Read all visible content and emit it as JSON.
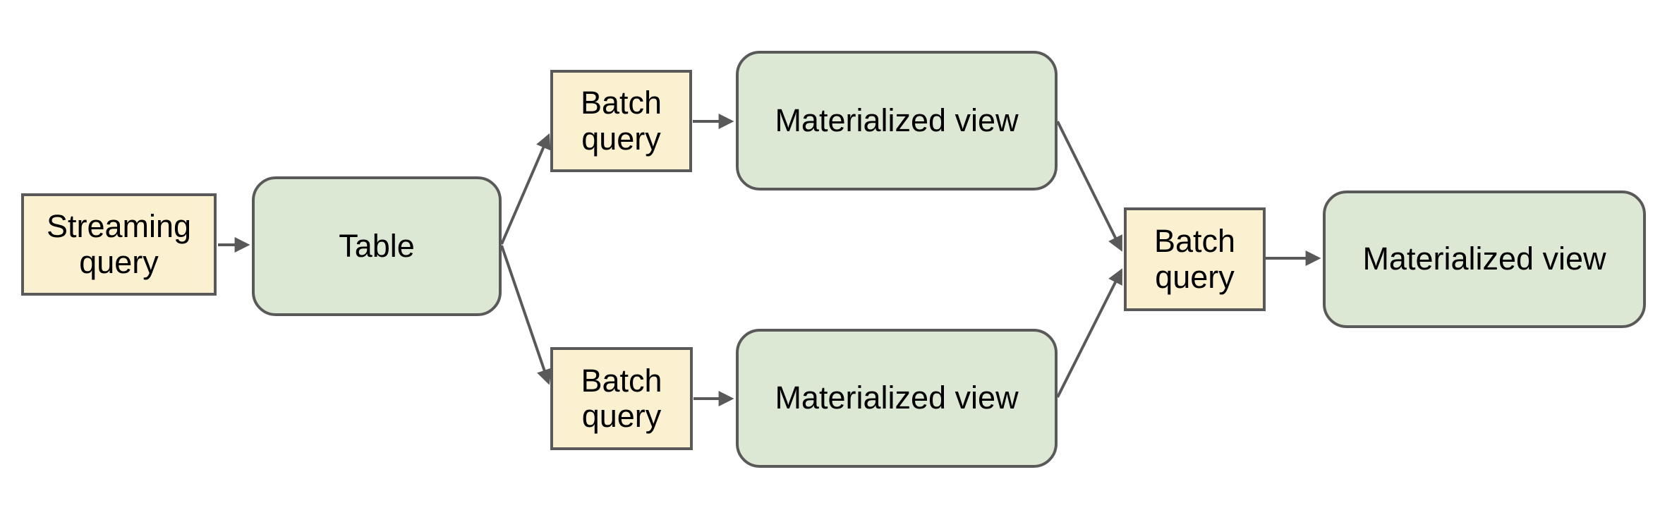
{
  "diagram": {
    "type": "flowchart",
    "background": "#ffffff",
    "colors": {
      "query_node_fill": "#FBF1D0",
      "view_node_fill": "#DCE8D4",
      "node_border": "#595959",
      "connector": "#595959",
      "label_text": "#000000"
    },
    "nodes": {
      "streaming_query": {
        "label": "Streaming query",
        "shape": "rectangle",
        "fill": "#FBF1D0"
      },
      "table": {
        "label": "Table",
        "shape": "rounded-rectangle",
        "fill": "#DCE8D4"
      },
      "batch_query_top": {
        "label": "Batch query",
        "shape": "rectangle",
        "fill": "#FBF1D0"
      },
      "materialized_view_top": {
        "label": "Materialized view",
        "shape": "rounded-rectangle",
        "fill": "#DCE8D4"
      },
      "batch_query_bottom": {
        "label": "Batch query",
        "shape": "rectangle",
        "fill": "#FBF1D0"
      },
      "materialized_view_bottom": {
        "label": "Materialized view",
        "shape": "rounded-rectangle",
        "fill": "#DCE8D4"
      },
      "batch_query_final": {
        "label": "Batch query",
        "shape": "rectangle",
        "fill": "#FBF1D0"
      },
      "materialized_view_final": {
        "label": "Materialized view",
        "shape": "rounded-rectangle",
        "fill": "#DCE8D4"
      }
    },
    "edges": [
      {
        "from": "streaming_query",
        "to": "table"
      },
      {
        "from": "table",
        "to": "batch_query_top"
      },
      {
        "from": "table",
        "to": "batch_query_bottom"
      },
      {
        "from": "batch_query_top",
        "to": "materialized_view_top"
      },
      {
        "from": "batch_query_bottom",
        "to": "materialized_view_bottom"
      },
      {
        "from": "materialized_view_top",
        "to": "batch_query_final"
      },
      {
        "from": "materialized_view_bottom",
        "to": "batch_query_final"
      },
      {
        "from": "batch_query_final",
        "to": "materialized_view_final"
      }
    ]
  }
}
